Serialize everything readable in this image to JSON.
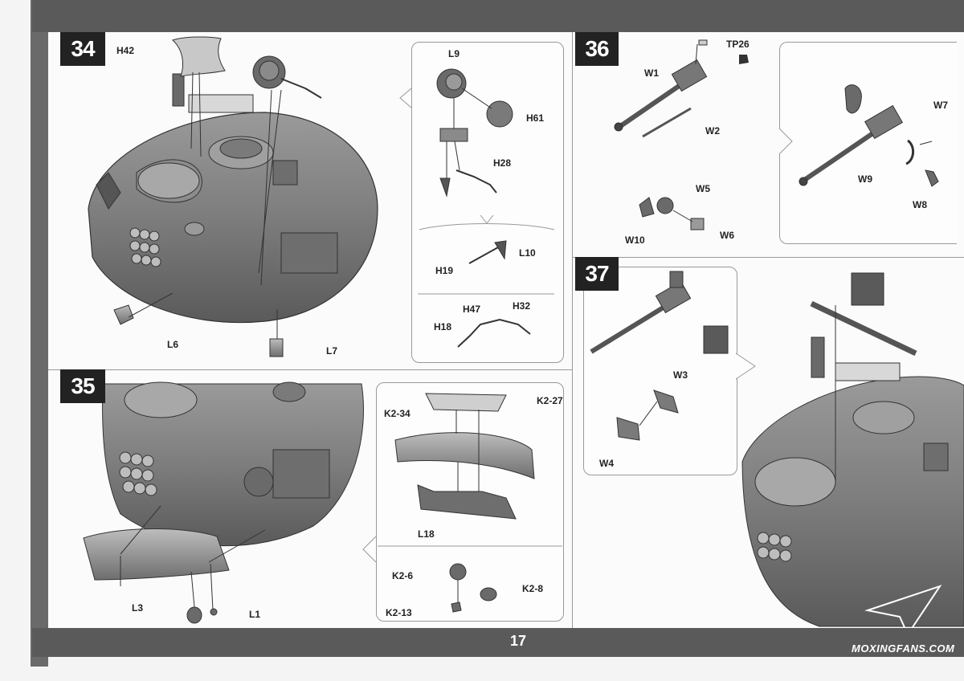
{
  "page_number": "17",
  "watermark": "MOXINGFANS.COM",
  "steps": {
    "s34": "34",
    "s35": "35",
    "s36": "36",
    "s37": "37"
  },
  "labels": {
    "h42": "H42",
    "l9": "L9",
    "h61": "H61",
    "h28": "H28",
    "l10": "L10",
    "h19": "H19",
    "h47": "H47",
    "h32": "H32",
    "h18": "H18",
    "l6": "L6",
    "l7": "L7",
    "k2_27": "K2-27",
    "k2_34": "K2-34",
    "l18": "L18",
    "k2_6": "K2-6",
    "k2_8": "K2-8",
    "k2_13": "K2-13",
    "l3": "L3",
    "l1": "L1",
    "tp26": "TP26",
    "w1": "W1",
    "w2": "W2",
    "w7": "W7",
    "w9": "W9",
    "w8": "W8",
    "w5": "W5",
    "w10": "W10",
    "w6": "W6",
    "w3": "W3",
    "w4": "W4"
  }
}
